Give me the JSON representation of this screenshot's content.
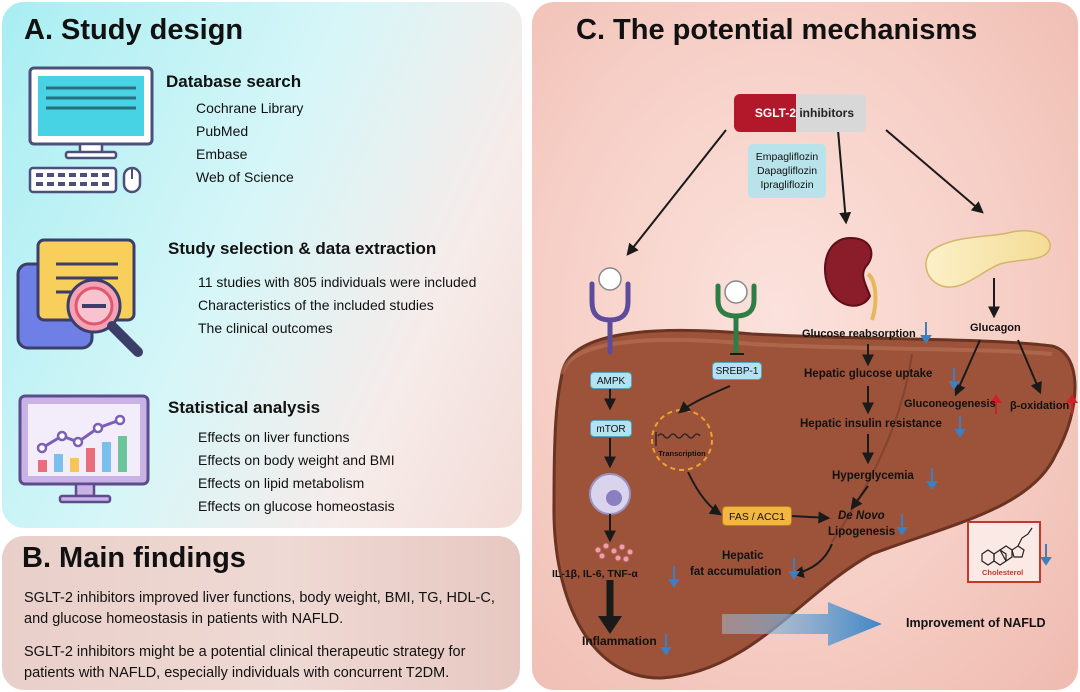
{
  "panel_a": {
    "title": "A. Study design",
    "database_search": {
      "title": "Database search",
      "items": [
        "Cochrane Library",
        "PubMed",
        "Embase",
        "Web of Science"
      ]
    },
    "study_selection": {
      "title": "Study selection & data extraction",
      "items": [
        "11 studies with 805 individuals were included",
        "Characteristics of the included studies",
        "The clinical outcomes"
      ]
    },
    "statistical_analysis": {
      "title": "Statistical analysis",
      "items": [
        "Effects on liver functions",
        "Effects on body weight and BMI",
        "Effects on lipid metabolism",
        "Effects on glucose homeostasis"
      ]
    }
  },
  "panel_b": {
    "title": "B. Main findings",
    "finding_1": "SGLT-2 inhibitors improved liver functions, body weight, BMI, TG, HDL-C, and glucose homeostasis in patients with NAFLD.",
    "finding_2": "SGLT-2 inhibitors might be a potential clinical therapeutic strategy for patients with NAFLD, especially individuals with concurrent T2DM."
  },
  "panel_c": {
    "title": "C. The potential mechanisms",
    "sglt2_a": "SGLT-2",
    "sglt2_b": " inhibitors",
    "drugs": [
      "Empagliflozin",
      "Dapagliflozin",
      "Ipragliflozin"
    ],
    "glucose_reabsorption": "Glucose reabsorption",
    "glucagon": "Glucagon",
    "hepatic_glucose_uptake": "Hepatic glucose uptake",
    "gluconeogenesis": "Gluconeogenesis",
    "beta_oxidation": "β-oxidation",
    "hepatic_insulin_resistance": "Hepatic insulin resistance",
    "hyperglycemia": "Hyperglycemia",
    "ampk": "AMPK",
    "mtor": "mTOR",
    "srebp1": "SREBP-1",
    "transcription": "Transcription",
    "fas_acc1": "FAS / ACC1",
    "de_novo": "De Novo",
    "lipogenesis": "Lipogenesis",
    "hepatic": "Hepatic",
    "fat_accumulation": "fat accumulation",
    "cytokines": "IL-1β, IL-6, TNF-α",
    "inflammation": "Inflammation",
    "cholesterol": "Cholesterol",
    "improvement": "Improvement of NAFLD"
  },
  "colors": {
    "panel_a_bg": "#bff2f5",
    "panel_c_bg": "#f6cfc6",
    "liver": "#9c533a",
    "sglt2_red": "#b3182a",
    "down_arrow": "#3f7fbf",
    "up_arrow": "#d0202a",
    "node_blue": "#b4e2f2",
    "fas_orange": "#f4b642"
  }
}
